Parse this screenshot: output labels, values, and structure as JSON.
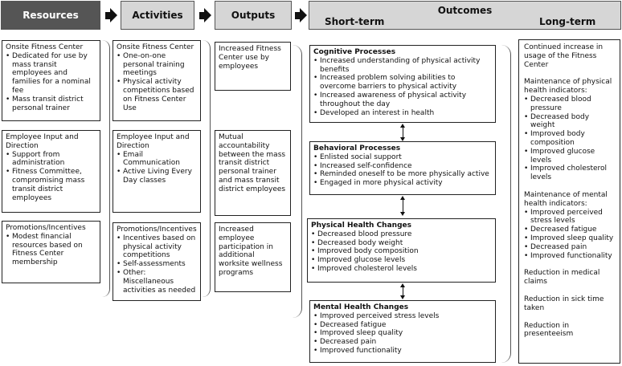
{
  "headers": {
    "resources": "Resources",
    "activities": "Activities",
    "outputs": "Outputs",
    "outcomes": "Outcomes",
    "short_term": "Short-term",
    "long_term": "Long-term"
  },
  "resources": [
    {
      "title": "Onsite Fitness Center",
      "items": [
        "Dedicated for use by mass transit employees and families for a nominal fee",
        "Mass transit district personal trainer"
      ]
    },
    {
      "title": "Employee Input and Direction",
      "items": [
        "Support from administration",
        "Fitness Committee, compromising mass transit district employees"
      ]
    },
    {
      "title": "Promotions/Incentives",
      "items": [
        "Modest financial resources based on Fitness Center membership"
      ]
    }
  ],
  "activities": [
    {
      "title": "Onsite Fitness Center",
      "items": [
        "One-on-one personal training meetings",
        "Physical activity competitions based on Fitness Center Use"
      ]
    },
    {
      "title": "Employee Input and Direction",
      "items": [
        "Email Communication",
        "Active Living Every Day classes"
      ]
    },
    {
      "title": "Promotions/Incentives",
      "items": [
        "Incentives based on physical activity competitions",
        "Self-assessments",
        "Other: Miscellaneous activities as needed"
      ]
    }
  ],
  "outputs": [
    "Increased Fitness Center use by employees",
    "Mutual accountability between the mass transit district personal trainer and mass transit district employees",
    "Increased employee participation in additional worksite wellness programs"
  ],
  "short_term": [
    {
      "title": "Cognitive Processes",
      "items": [
        "Increased understanding of physical activity benefits",
        "Increased problem solving abilities to overcome barriers to physical activity",
        "Increased awareness of physical activity throughout the day",
        "Developed an interest in health"
      ]
    },
    {
      "title": "Behavioral Processes",
      "items": [
        "Enlisted social support",
        "Increased self-confidence",
        "Reminded oneself to be more physically active",
        "Engaged in more physical activity"
      ]
    },
    {
      "title": "Physical Health Changes",
      "items": [
        "Decreased blood pressure",
        "Decreased body weight",
        "Improved body composition",
        "Improved glucose levels",
        "Improved cholesterol levels"
      ]
    },
    {
      "title": "Mental Health Changes",
      "items": [
        "Improved perceived stress levels",
        "Decreased fatigue",
        "Improved sleep quality",
        "Decreased pain",
        "Improved functionality"
      ]
    }
  ],
  "long_term": [
    {
      "title": "Continued increase in usage of the Fitness Center",
      "items": []
    },
    {
      "title": "Maintenance of physical health indicators:",
      "items": [
        "Decreased blood pressure",
        "Decreased body weight",
        "Improved body composition",
        "Improved glucose levels",
        "Improved cholesterol levels"
      ]
    },
    {
      "title": "Maintenance of mental health indicators:",
      "items": [
        "Improved perceived stress levels",
        "Decreased fatigue",
        "Improved sleep quality",
        "Decreased pain",
        "Improved functionality"
      ]
    },
    {
      "title": "Reduction in medical claims",
      "items": []
    },
    {
      "title": "Reduction in sick time taken",
      "items": []
    },
    {
      "title": "Reduction in presenteeism",
      "items": []
    }
  ]
}
